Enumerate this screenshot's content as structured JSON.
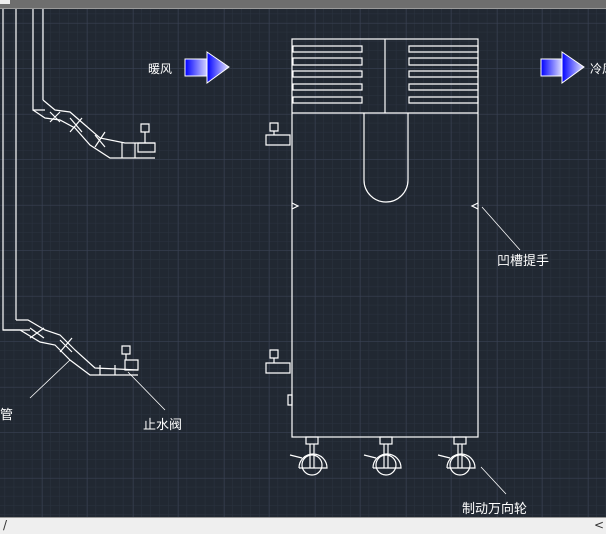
{
  "labels": {
    "warm_air": "暖风",
    "cold_air": "冷风",
    "handle": "凹槽提手",
    "hose": "软管",
    "valve": "止水阀",
    "casters": "制动万向轮"
  },
  "statusbar": {
    "tab_marker": "/",
    "scroll_left": "<"
  },
  "colors": {
    "background": "#212832",
    "lines": "#ffffff",
    "arrow": "#1010ff"
  }
}
